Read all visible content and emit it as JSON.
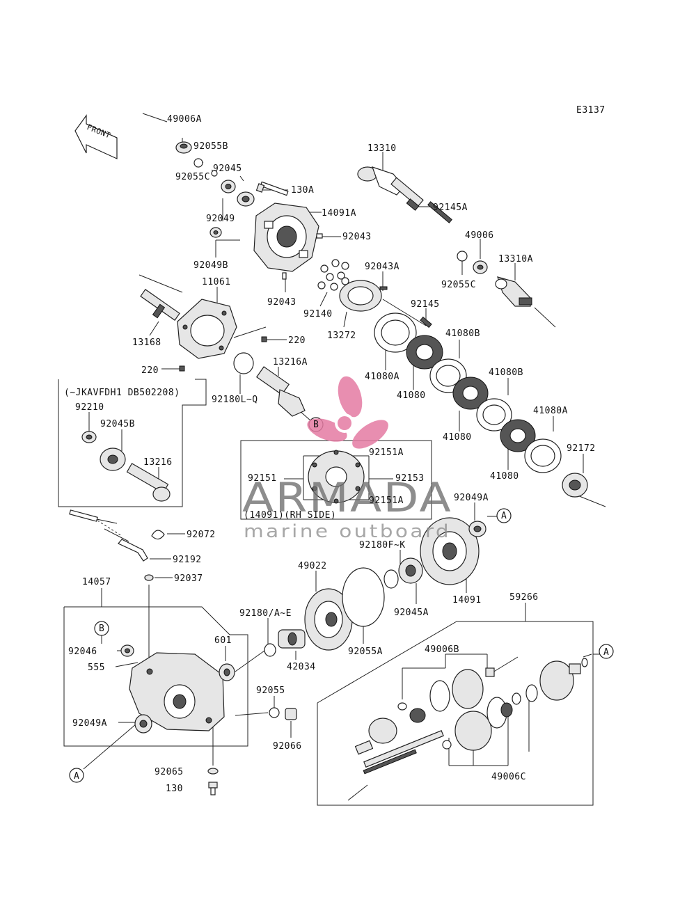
{
  "diagram": {
    "code": "E3137",
    "front_marker": "FRONT",
    "labels": {
      "p49006A": "49006A",
      "p92055B": "92055B",
      "p92045": "92045",
      "p130A": "130A",
      "p92055C_top": "92055C",
      "p14091A": "14091A",
      "p92049": "92049",
      "p92043_a": "92043",
      "p92049B": "92049B",
      "p92043_b": "92043",
      "p13310": "13310",
      "p92145A": "92145A",
      "p49006": "49006",
      "p13310A": "13310A",
      "p92055C_right": "92055C",
      "p92043A": "92043A",
      "p92145": "92145",
      "p92140": "92140",
      "p13272": "13272",
      "p11061": "11061",
      "p13168": "13168",
      "p220_a": "220",
      "p220_b": "220",
      "p41080B_a": "41080B",
      "p41080A_a": "41080A",
      "p41080_a": "41080",
      "p41080B_b": "41080B",
      "p41080_b": "41080",
      "p41080A_b": "41080A",
      "p41080_c": "41080",
      "p92172": "92172",
      "p13216A": "13216A",
      "p92180LQ": "92180L~Q",
      "serial_note": "(~JKAVFDH1 DB502208)",
      "p92210": "92210",
      "p92045B": "92045B",
      "p13216": "13216",
      "ref_B_mid": "B",
      "p92151A_top": "92151A",
      "p92151": "92151",
      "p92153": "92153",
      "p92151A_bot": "92151A",
      "rh_side_note": "(14091)(RH SIDE)",
      "p92049A_right": "92049A",
      "ref_A_right1": "A",
      "p92072": "92072",
      "p92192": "92192",
      "p92037": "92037",
      "p14057": "14057",
      "p92180FK": "92180F~K",
      "p49022": "49022",
      "p92045A": "92045A",
      "p14091": "14091",
      "p92180AE": "92180/A~E",
      "p59266": "59266",
      "ref_B_left": "B",
      "p92046": "92046",
      "p555": "555",
      "p601": "601",
      "p42034": "42034",
      "p92055A": "92055A",
      "p49006B": "49006B",
      "ref_A_right2": "A",
      "p92055": "92055",
      "p92049A_left": "92049A",
      "p92066": "92066",
      "ref_A_left": "A",
      "p49006C": "49006C",
      "p92065": "92065",
      "p130": "130"
    }
  },
  "watermark": {
    "title": "ARMADA",
    "subtitle": "marine outboard",
    "logo_color": "#e47aa2"
  }
}
